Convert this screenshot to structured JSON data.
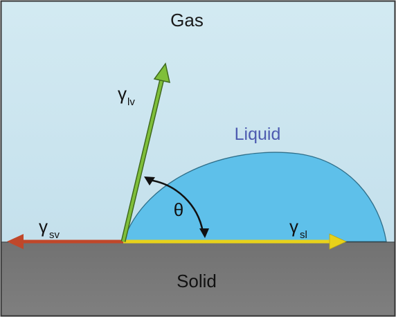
{
  "labels": {
    "gas": "Gas",
    "liquid": "Liquid",
    "solid": "Solid",
    "theta": "θ",
    "gamma": "γ",
    "lv_sub": "lv",
    "sv_sub": "sv",
    "sl_sub": "sl"
  },
  "colors": {
    "gas_background": "#d5ebf2",
    "liquid_fill": "#5ec0ea",
    "solid_fill": "#7d7d7d",
    "liquid_label": "#4d5bb0",
    "lv_arrow": "#7fbf3a",
    "sv_arrow": "#c0472a",
    "sl_arrow": "#e8d21a",
    "text": "#1a1a1a"
  }
}
